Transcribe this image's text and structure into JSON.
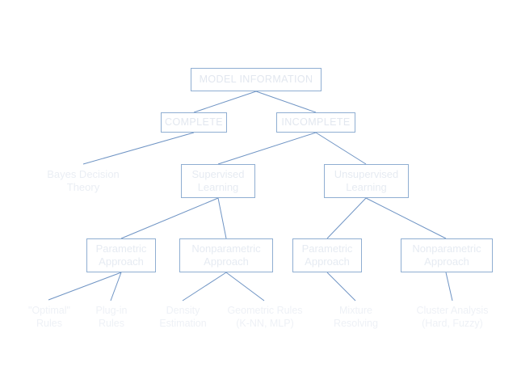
{
  "diagram": {
    "type": "tree",
    "title": "MODEL INFORMATION taxonomy",
    "colors": {
      "background": "#ffffff",
      "box_border": "#8faed2",
      "edge": "#6f94c4",
      "text_caps": "#e2e7ef",
      "text_box": "#e6ebf2",
      "text_leaf": "#eef1f6"
    },
    "nodes": {
      "root": {
        "label": "MODEL INFORMATION",
        "style": "boxed-caps"
      },
      "complete": {
        "label": "COMPLETE",
        "style": "boxed-caps"
      },
      "incomplete": {
        "label": "INCOMPLETE",
        "style": "boxed-caps"
      },
      "bayes": {
        "label": "Bayes Decision\nTheory",
        "style": "plain"
      },
      "supervised": {
        "label": "Supervised\nLearning",
        "style": "boxed"
      },
      "unsupervised": {
        "label": "Unsupervised\nLearning",
        "style": "boxed"
      },
      "sup_parametric": {
        "label": "Parametric\nApproach",
        "style": "boxed"
      },
      "sup_nonparametric": {
        "label": "Nonparametric\nApproach",
        "style": "boxed"
      },
      "unsup_parametric": {
        "label": "Parametric\nApproach",
        "style": "boxed"
      },
      "unsup_nonparametric": {
        "label": "Nonparametric\nApproach",
        "style": "boxed"
      },
      "optimal_rules": {
        "label": "\"Optimal\"\nRules",
        "style": "leaf"
      },
      "plugin_rules": {
        "label": "Plug-in\nRules",
        "style": "leaf"
      },
      "density_estimation": {
        "label": "Density\nEstimation",
        "style": "leaf"
      },
      "geometric_rules": {
        "label": "Geometric Rules\n(K-NN, MLP)",
        "style": "leaf"
      },
      "mixture_resolving": {
        "label": "Mixture\nResolving",
        "style": "leaf"
      },
      "cluster_analysis": {
        "label": "Cluster Analysis\n(Hard, Fuzzy)",
        "style": "leaf"
      }
    },
    "edges": [
      {
        "from": "root",
        "to": "complete"
      },
      {
        "from": "root",
        "to": "incomplete"
      },
      {
        "from": "complete",
        "to": "bayes"
      },
      {
        "from": "incomplete",
        "to": "supervised"
      },
      {
        "from": "incomplete",
        "to": "unsupervised"
      },
      {
        "from": "supervised",
        "to": "sup_parametric"
      },
      {
        "from": "supervised",
        "to": "sup_nonparametric"
      },
      {
        "from": "unsupervised",
        "to": "unsup_parametric"
      },
      {
        "from": "unsupervised",
        "to": "unsup_nonparametric"
      },
      {
        "from": "sup_parametric",
        "to": "optimal_rules"
      },
      {
        "from": "sup_parametric",
        "to": "plugin_rules"
      },
      {
        "from": "sup_nonparametric",
        "to": "density_estimation"
      },
      {
        "from": "sup_nonparametric",
        "to": "geometric_rules"
      },
      {
        "from": "unsup_parametric",
        "to": "mixture_resolving"
      },
      {
        "from": "unsup_nonparametric",
        "to": "cluster_analysis"
      }
    ]
  }
}
